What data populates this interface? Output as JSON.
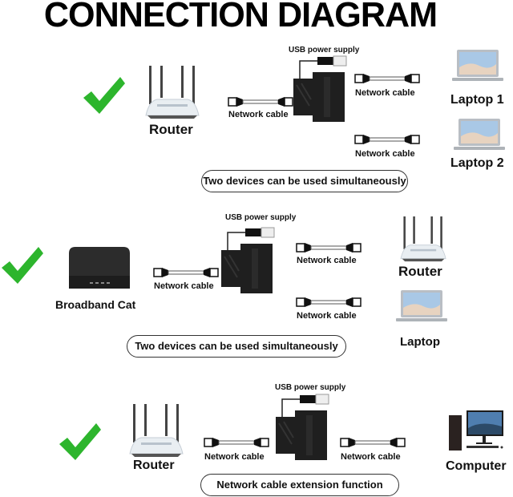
{
  "title": "CONNECTION DIAGRAM",
  "colors": {
    "check": "#2db52d",
    "adapter": "#222222",
    "text": "#111111"
  },
  "sections": [
    {
      "source": {
        "label": "Router",
        "icon": "router-icon"
      },
      "input_cable": "Network cable",
      "usb": "USB power supply",
      "outputs": [
        {
          "cable": "Network cable",
          "device": "Laptop 1",
          "icon": "laptop-icon"
        },
        {
          "cable": "Network cable",
          "device": "Laptop 2",
          "icon": "laptop-icon"
        }
      ],
      "caption": "Two devices can be used simultaneously"
    },
    {
      "source": {
        "label": "Broadband Cat",
        "icon": "modem-icon"
      },
      "input_cable": "Network cable",
      "usb": "USB power supply",
      "outputs": [
        {
          "cable": "Network cable",
          "device": "Router",
          "icon": "router-icon"
        },
        {
          "cable": "Network cable",
          "device": "Laptop",
          "icon": "laptop-icon"
        }
      ],
      "caption": "Two devices can be used simultaneously"
    },
    {
      "source": {
        "label": "Router",
        "icon": "router-icon"
      },
      "input_cable": "Network cable",
      "usb": "USB power supply",
      "outputs": [
        {
          "cable": "Network cable",
          "device": "Computer",
          "icon": "computer-icon"
        }
      ],
      "caption": "Network cable extension function"
    }
  ]
}
